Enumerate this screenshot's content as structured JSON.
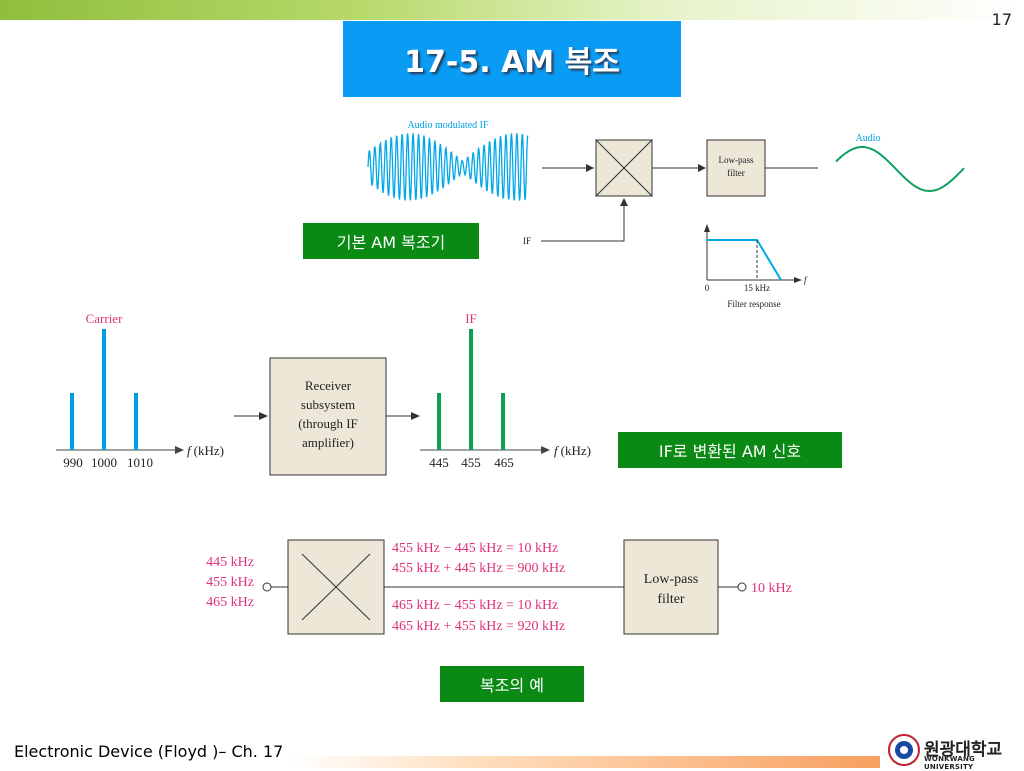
{
  "page_number": "17",
  "title": "17-5.  AM 복조",
  "labels": {
    "basic": "기본 AM 복조기",
    "if_signal": "IF로 변환된 AM 신호",
    "example": "복조의 예"
  },
  "footer": "Electronic Device (Floyd )– Ch. 17",
  "logo": {
    "name": "원광대학교",
    "sub": "WONKWANG UNIVERSITY"
  },
  "diagram1": {
    "audio_mod_label": "Audio modulated IF",
    "lpf_line1": "Low-pass",
    "lpf_line2": "filter",
    "audio_label": "Audio",
    "if_label": "IF",
    "resp_zero": "0",
    "resp_freq": "15 kHz",
    "resp_f": "f",
    "resp_caption": "Filter response"
  },
  "diagram2": {
    "carrier_label": "Carrier",
    "if_label": "IF",
    "receiver_lines": [
      "Receiver",
      "subsystem",
      "(through IF",
      "amplifier)"
    ],
    "ticks_left": [
      "990",
      "1000",
      "1010"
    ],
    "ticks_right": [
      "445",
      "455",
      "465"
    ],
    "axis_f": "f",
    "axis_unit": "(kHz)",
    "carrier_colors": {
      "carrier": "#00a0e0",
      "if": "#10a050"
    }
  },
  "diagram3": {
    "inputs": [
      "445 kHz",
      "455 kHz",
      "465 kHz"
    ],
    "eqs": [
      "455 kHz  −  445 kHz  =  10 kHz",
      "455 kHz  +  445 kHz  =  900 kHz",
      "465 kHz  −  455 kHz  =  10 kHz",
      "465 kHz  +  455 kHz  =  920 kHz"
    ],
    "lpf_line1": "Low-pass",
    "lpf_line2": "filter",
    "output": "10 kHz"
  }
}
